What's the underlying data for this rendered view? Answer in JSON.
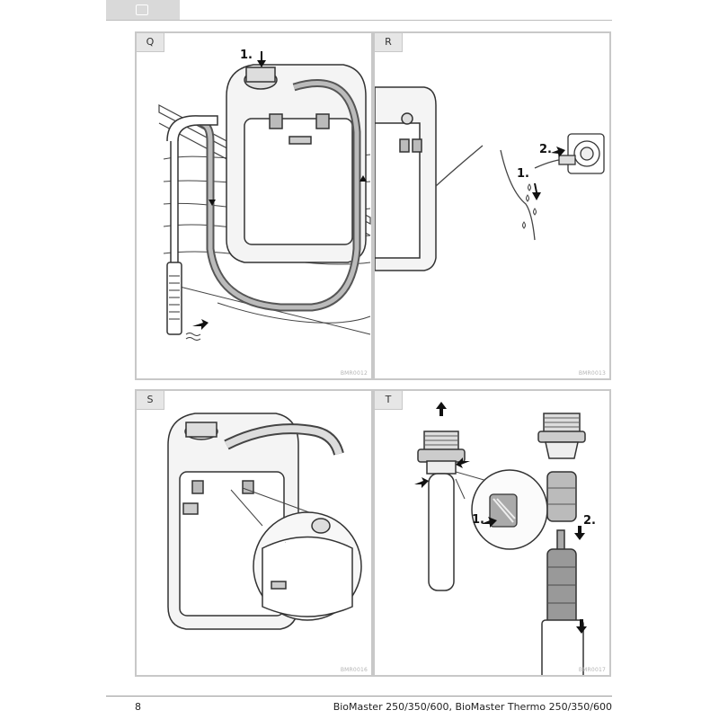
{
  "header": {
    "tab_icon": "rectangle-icon"
  },
  "panels": [
    {
      "label": "Q",
      "code": "BMR0012",
      "steps": [
        "1."
      ]
    },
    {
      "label": "R",
      "code": "BMR0013",
      "steps": [
        "2.",
        "1."
      ]
    },
    {
      "label": "S",
      "code": "BMR0016",
      "steps": []
    },
    {
      "label": "T",
      "code": "BMR0017",
      "steps": [
        "1.",
        "2."
      ]
    }
  ],
  "footer": {
    "page_number": "8",
    "title": "BioMaster 250/350/600, BioMaster Thermo 250/350/600"
  }
}
